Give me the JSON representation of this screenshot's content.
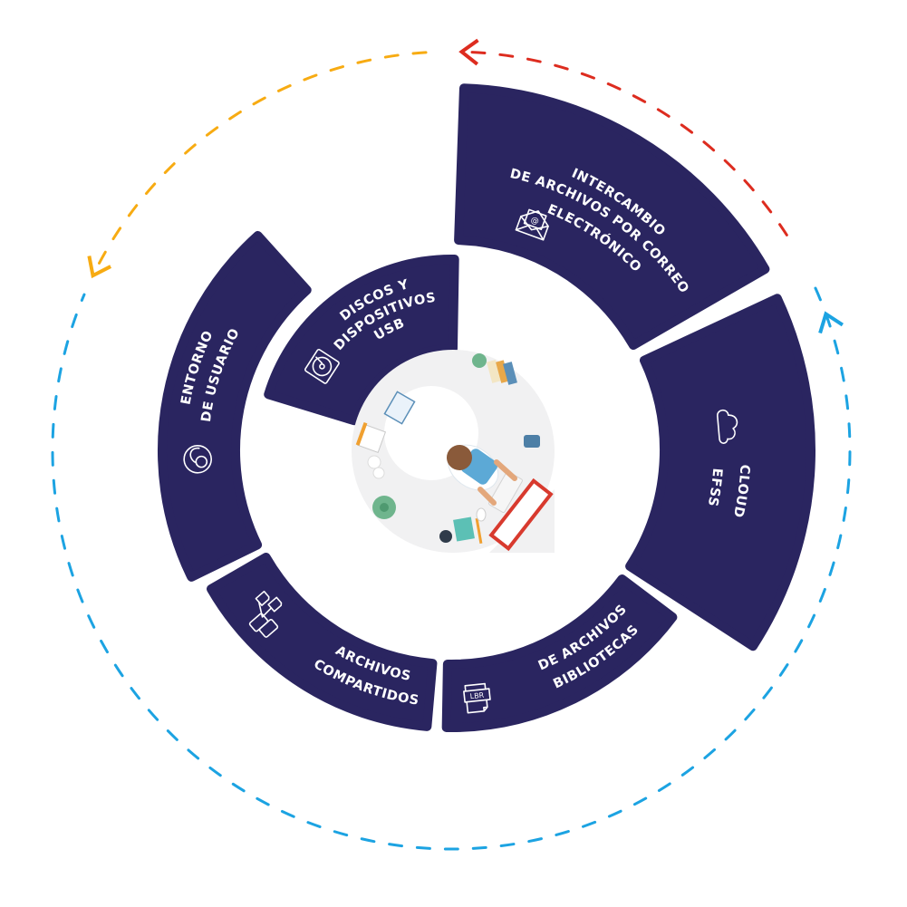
{
  "diagram": {
    "title": "File sharing channels around the user",
    "colors": {
      "segment_fill": "#2a2560",
      "text": "#ffffff",
      "center_disc": "#f1f1f2",
      "center_highlight": "#ffffff",
      "cycle_blue": "#1ca3e2",
      "cycle_yellow": "#f7ab12",
      "cycle_red": "#dd2c1f"
    },
    "segments": [
      {
        "id": "email",
        "icon": "email-envelope-icon",
        "lines": [
          "INTERCAMBIO",
          "DE ARCHIVOS POR CORREO",
          "ELECTRÓNICO"
        ]
      },
      {
        "id": "cloud",
        "icon": "cloud-icon",
        "lines": [
          "CLOUD",
          "EFSS"
        ]
      },
      {
        "id": "libraries",
        "icon": "library-document-icon",
        "icon_text": "LBR",
        "lines": [
          "BIBLIOTECAS",
          "DE ARCHIVOS"
        ]
      },
      {
        "id": "shared",
        "icon": "shared-files-network-icon",
        "lines": [
          "ARCHIVOS",
          "COMPARTIDOS"
        ]
      },
      {
        "id": "user-env",
        "icon": "user-environment-icon",
        "lines": [
          "ENTORNO",
          "DE USUARIO"
        ]
      },
      {
        "id": "usb",
        "icon": "hard-disk-icon",
        "lines": [
          "DISCOS Y",
          "DISPOSITIVOS",
          "USB"
        ]
      }
    ],
    "center": {
      "illustration": "person-at-desk-top-view",
      "desk_items": [
        "books",
        "plant",
        "notepad",
        "calendar",
        "crumpled-paper",
        "plant",
        "pencil-cup",
        "notebook",
        "pencil",
        "mouse",
        "keyboard",
        "monitor",
        "bag"
      ]
    },
    "cycle_arrows": [
      {
        "color_key": "cycle_blue",
        "direction": "counterclockwise"
      },
      {
        "color_key": "cycle_yellow",
        "direction": "counterclockwise"
      },
      {
        "color_key": "cycle_red",
        "direction": "counterclockwise"
      }
    ]
  }
}
